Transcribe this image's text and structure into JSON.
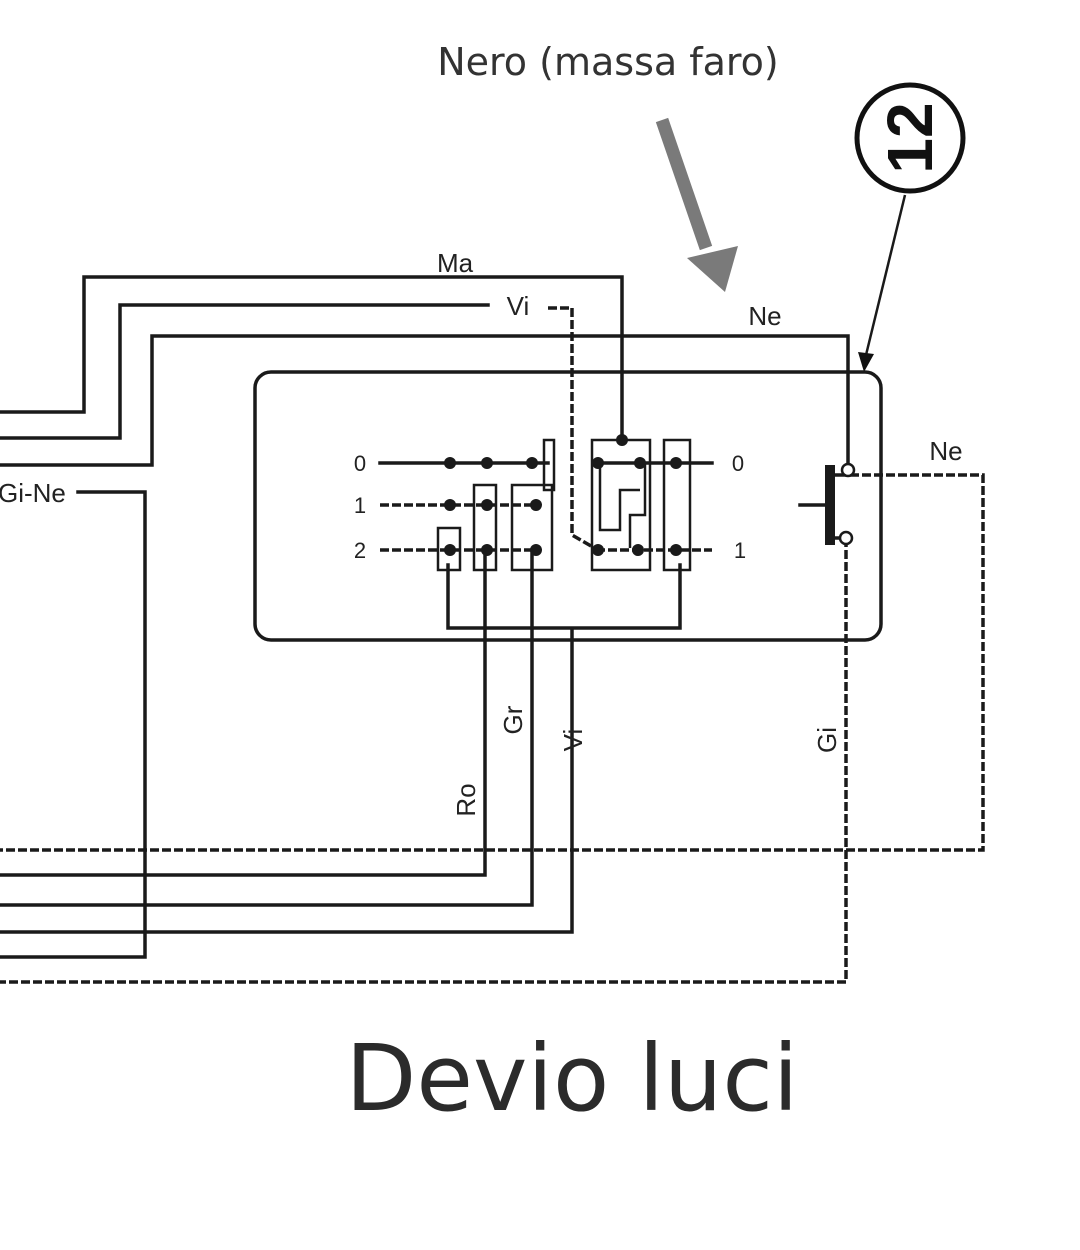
{
  "annotation": {
    "text": "Nero (massa faro)",
    "arrow_color": "#7a7a7a"
  },
  "callout": {
    "number": "12"
  },
  "wires": {
    "ma": "Ma",
    "vi_top": "Vi",
    "ne_top": "Ne",
    "ne_right": "Ne",
    "gi_ne": "Gi-Ne",
    "ro": "Ro",
    "gr": "Gr",
    "vi_bottom": "Vi",
    "gi": "Gi"
  },
  "switch": {
    "left_positions": [
      "0",
      "1",
      "2"
    ],
    "right_positions": [
      "0",
      "1"
    ]
  },
  "caption": "Devio luci"
}
